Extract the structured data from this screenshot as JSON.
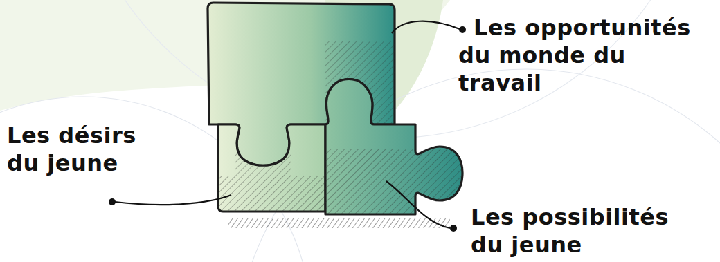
{
  "diagram": {
    "labels": [
      "Les opportunités du monde du travail",
      "Les désirs du jeune",
      "Les possibilités du jeune"
    ]
  }
}
